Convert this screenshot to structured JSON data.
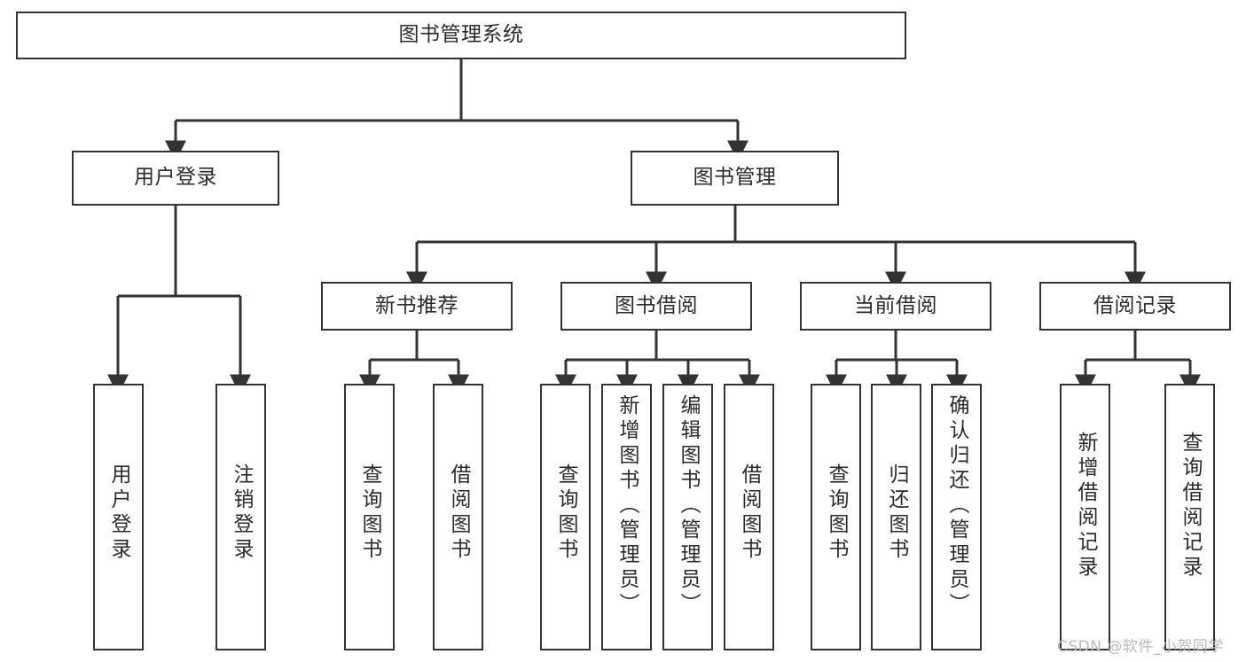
{
  "diagram": {
    "title": "图书管理系统",
    "type": "hierarchy-tree",
    "stroke_color": "#333333",
    "box_fill": "#ffffff",
    "text_color": "#2b2b2b",
    "levels": 4,
    "nodes": {
      "root": {
        "label": "图书管理系统"
      },
      "level2": [
        {
          "label": "用户登录"
        },
        {
          "label": "图书管理"
        }
      ],
      "level3": [
        {
          "label": "新书推荐"
        },
        {
          "label": "图书借阅"
        },
        {
          "label": "当前借阅"
        },
        {
          "label": "借阅记录"
        }
      ],
      "leaves": [
        {
          "label": "用户登录",
          "parent": "用户登录"
        },
        {
          "label": "注销登录",
          "parent": "用户登录"
        },
        {
          "label": "查询图书",
          "parent": "新书推荐"
        },
        {
          "label": "借阅图书",
          "parent": "新书推荐"
        },
        {
          "label": "查询图书",
          "parent": "图书借阅"
        },
        {
          "label": "新增图书（管理员）",
          "parent": "图书借阅"
        },
        {
          "label": "编辑图书（管理员）",
          "parent": "图书借阅"
        },
        {
          "label": "借阅图书",
          "parent": "图书借阅"
        },
        {
          "label": "查询图书",
          "parent": "当前借阅"
        },
        {
          "label": "归还图书",
          "parent": "当前借阅"
        },
        {
          "label": "确认归还（管理员）",
          "parent": "当前借阅"
        },
        {
          "label": "新增借阅记录",
          "parent": "借阅记录"
        },
        {
          "label": "查询借阅记录",
          "parent": "借阅记录"
        }
      ]
    }
  },
  "watermark": {
    "text": "CSDN @软件_小贺同学"
  }
}
